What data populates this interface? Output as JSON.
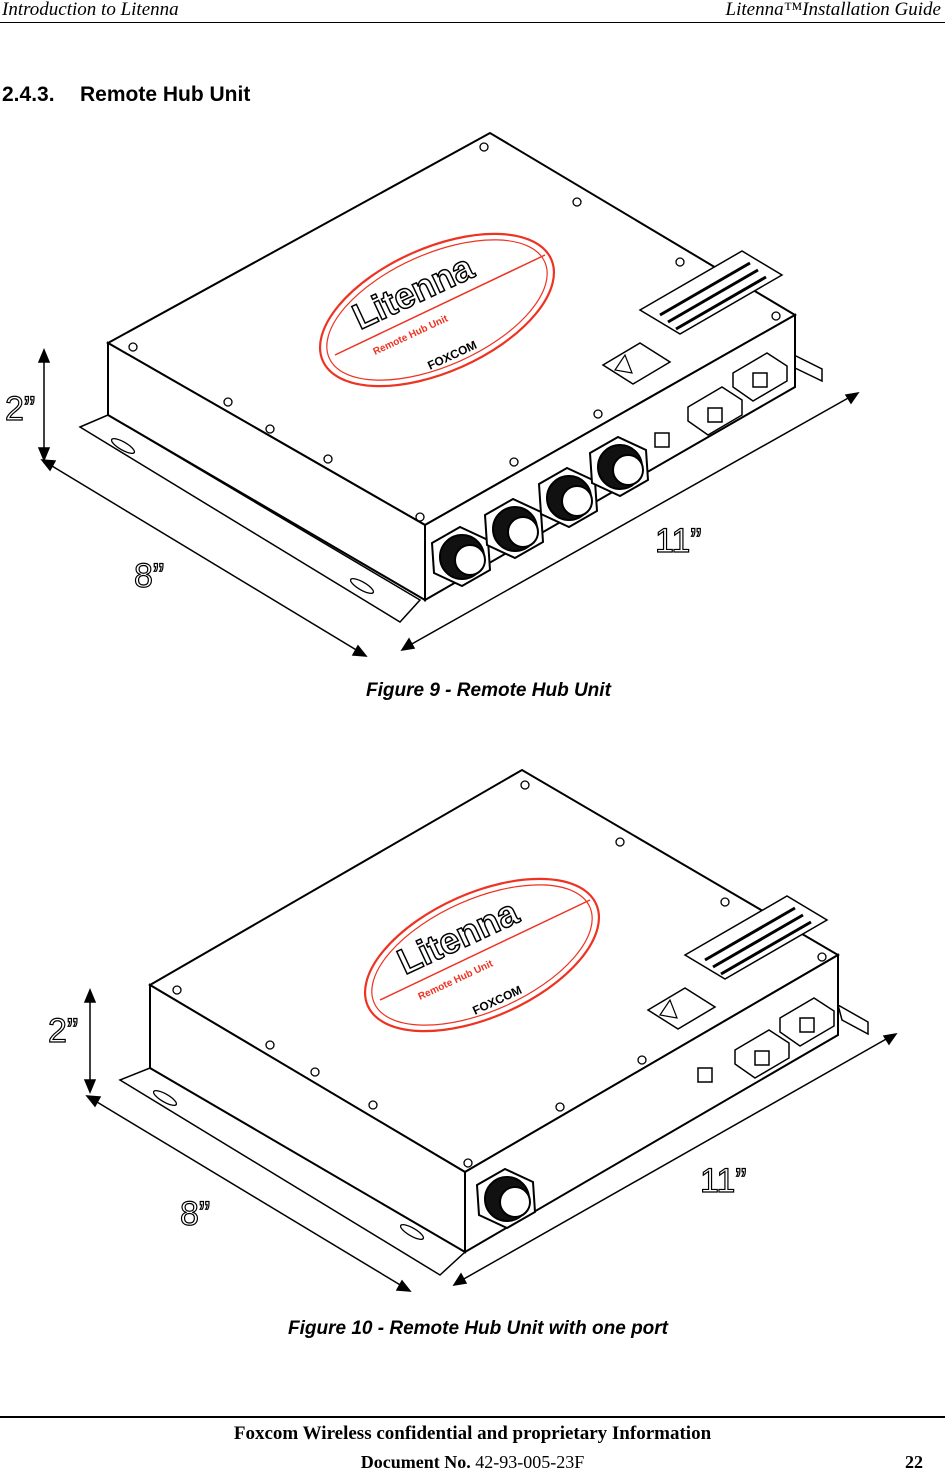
{
  "header": {
    "left": "Introduction to Litenna",
    "right": "Litenna™Installation Guide"
  },
  "section": {
    "number": "2.4.3.",
    "title": "Remote Hub Unit"
  },
  "figures": [
    {
      "caption": "Figure 9 - Remote Hub Unit",
      "dims": {
        "height": "2”",
        "depth": "8”",
        "length": "11”"
      },
      "label": {
        "brand": "Litenna",
        "sub": "Remote Hub Unit",
        "maker": "FOXCOM"
      }
    },
    {
      "caption": "Figure 10 - Remote Hub Unit with one port",
      "dims": {
        "height": "2”",
        "depth": "8”",
        "length": "11”"
      },
      "label": {
        "brand": "Litenna",
        "sub": "Remote Hub Unit",
        "maker": "FOXCOM"
      }
    }
  ],
  "footer": {
    "line1": "Foxcom Wireless confidential and proprietary Information",
    "doc_label": "Document No.",
    "doc_number": "42-93-005-23F",
    "page": "22"
  }
}
